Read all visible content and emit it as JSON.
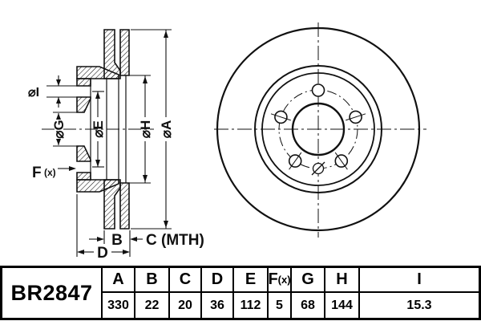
{
  "drawing": {
    "section": {
      "labels": {
        "dia_i": "⌀I",
        "dia_g": "⌀G",
        "dia_e": "⌀E",
        "dia_h": "⌀H",
        "dia_a": "⌀A",
        "f_main": "F",
        "f_sub": "(x)",
        "b": "B",
        "c_mth": "C (MTH)",
        "d": "D"
      }
    },
    "front": {
      "bolt_hole_count": 5
    }
  },
  "table": {
    "part_number": "BR2847",
    "headers": [
      "A",
      "B",
      "C",
      "D",
      "E",
      "F(x)",
      "G",
      "H",
      "I"
    ],
    "fx_main": "F",
    "fx_sub": "(x)",
    "values": [
      "330",
      "22",
      "20",
      "36",
      "112",
      "5",
      "68",
      "144",
      "15.3"
    ]
  },
  "colors": {
    "line": "#111111",
    "background": "#ffffff"
  }
}
